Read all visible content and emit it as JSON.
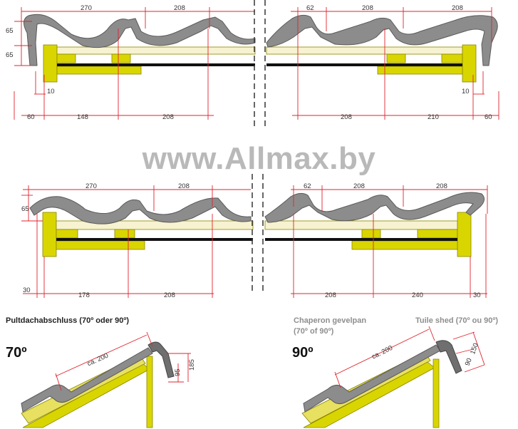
{
  "watermark": "www.Allmax.by",
  "panels": {
    "top_left": {
      "dims": [
        "270",
        "208",
        "65",
        "65",
        "10",
        "60",
        "148",
        "208"
      ]
    },
    "top_right": {
      "dims": [
        "62",
        "208",
        "208",
        "10",
        "208",
        "210",
        "60"
      ]
    },
    "mid_left": {
      "dims": [
        "270",
        "208",
        "65",
        "30",
        "178",
        "208"
      ]
    },
    "mid_right": {
      "dims": [
        "62",
        "208",
        "208",
        "208",
        "240",
        "30"
      ]
    }
  },
  "bottom_left": {
    "caption": "Pultdachabschluss (70º oder 90º)",
    "angle": "70º",
    "dims": [
      "ca. 200",
      "95",
      "185"
    ]
  },
  "bottom_right": {
    "caption_nl": "Chaperon gevelpan",
    "caption_nl2": "(70º of 90º)",
    "caption_fr": "Tuile shed (70º ou 90º)",
    "angle": "90º",
    "dims": [
      "ca. 200",
      "150",
      "90"
    ]
  },
  "colors": {
    "tile": "#8c8c8c",
    "batten": "#d9d500",
    "board": "#f7f2cf",
    "dim_line": "#e0242e",
    "bar": "#111111"
  }
}
